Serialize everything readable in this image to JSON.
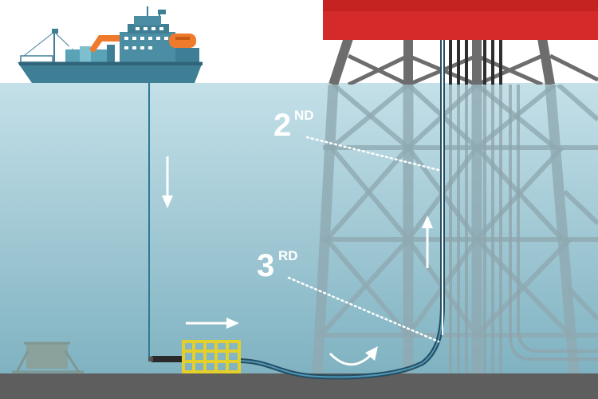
{
  "labels": {
    "second": {
      "number": "2",
      "suffix": "ND"
    },
    "third": {
      "number": "3",
      "suffix": "RD"
    }
  },
  "icons": {
    "vessel": "ship-icon",
    "platform": "offshore-platform-icon",
    "module": "subsea-module-icon"
  },
  "colors": {
    "sky": "#ffffff",
    "water_top": "#c4e0e8",
    "water_bottom": "#7fb2c1",
    "seabed": "#5e5e5e",
    "deck": "#d42a2a",
    "hull": "#3f7f96",
    "crane": "#f07a2b",
    "module": "#e4cf2b",
    "line": "#2f7a95",
    "riser": "#ffffff",
    "legs": "#6d6d6d"
  }
}
